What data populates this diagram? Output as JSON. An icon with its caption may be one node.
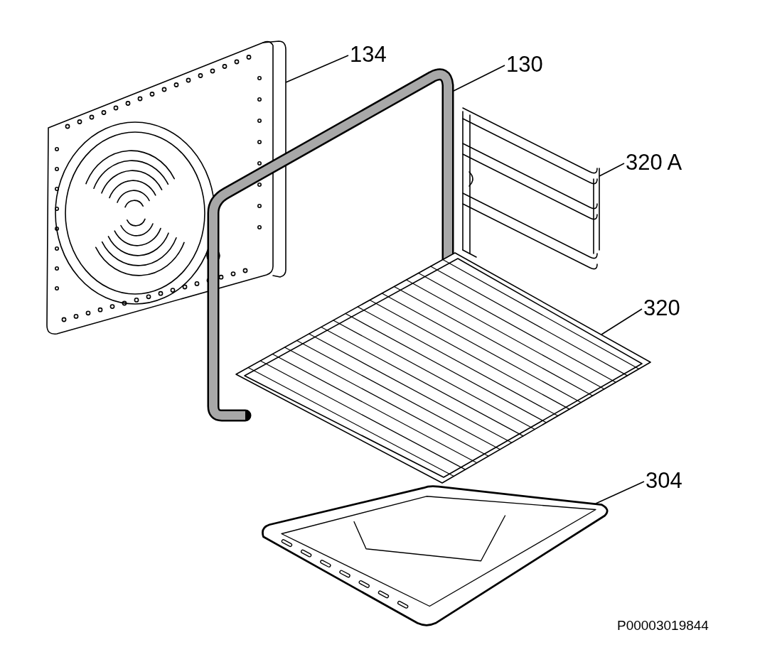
{
  "diagram": {
    "nodes": [
      {
        "text": [
          "134"
        ]
      },
      {
        "text": [],
        "shape": "picture"
      },
      {
        "text": [
          "130"
        ]
      },
      {
        "text": [],
        "shape": "picture"
      },
      {
        "text": [
          "320 A"
        ]
      },
      {
        "text": [],
        "shape": "picture"
      },
      {
        "text": [
          "320"
        ]
      },
      {
        "text": [],
        "shape": "picture"
      },
      {
        "text": [
          "304"
        ]
      },
      {
        "text": [],
        "shape": "picture"
      }
    ],
    "edges": [
      {
        "from": 0,
        "to": 1,
        "arrow": "none"
      },
      {
        "from": 2,
        "to": 3,
        "arrow": "none"
      },
      {
        "from": 4,
        "to": 5,
        "arrow": "none"
      },
      {
        "from": 6,
        "to": 7,
        "arrow": "none"
      },
      {
        "from": 8,
        "to": 9,
        "arrow": "none"
      }
    ],
    "labels": [
      "P00003019844"
    ]
  }
}
